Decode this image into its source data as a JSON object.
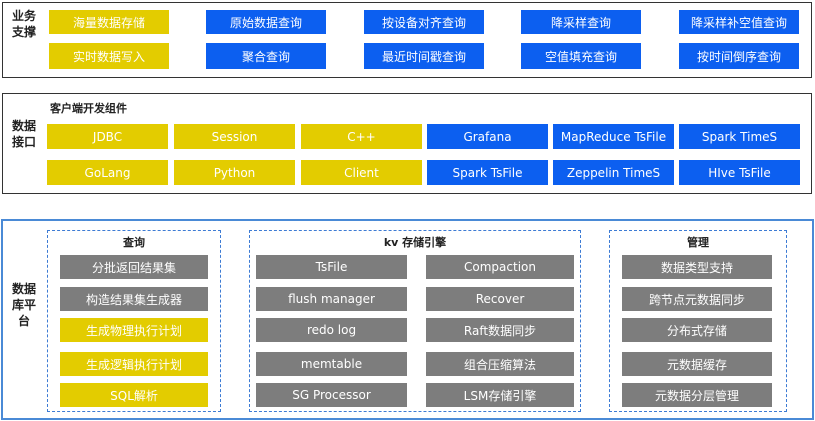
{
  "business": {
    "label": "业务支撑",
    "row1": [
      "海量数据存储",
      "原始数据查询",
      "按设备对齐查询",
      "降采样查询",
      "降采样补空值查询"
    ],
    "row2": [
      "实时数据写入",
      "聚合查询",
      "最近时间戳查询",
      "空值填充查询",
      "按时间倒序查询"
    ]
  },
  "interface": {
    "label": "数据接口",
    "subtitle": "客户端开发组件",
    "row1": [
      "JDBC",
      "Session",
      "C++",
      "Grafana",
      "MapReduce TsFile",
      "Spark TimeS"
    ],
    "row2": [
      "GoLang",
      "Python",
      "Client",
      "Spark TsFile",
      "Zeppelin TimeS",
      "HIve TsFile"
    ]
  },
  "platform": {
    "label": "数据库平台",
    "query": {
      "title": "查询",
      "items": [
        "分批返回结果集",
        "构造结果集生成器",
        "生成物理执行计划",
        "生成逻辑执行计划",
        "SQL解析"
      ]
    },
    "kv": {
      "title": "kv 存储引擎",
      "left": [
        "TsFile",
        "flush manager",
        "redo log",
        "memtable",
        "SG Processor"
      ],
      "right": [
        "Compaction",
        "Recover",
        "Raft数据同步",
        "组合压缩算法",
        "LSM存储引擎"
      ]
    },
    "manage": {
      "title": "管理",
      "items": [
        "数据类型支持",
        "跨节点元数据同步",
        "分布式存储",
        "元数据缓存",
        "元数据分层管理"
      ]
    }
  },
  "colors": {
    "yellow": "#e3cc00",
    "blue": "#0c5ff0",
    "gray": "#7d7d7d",
    "frame": "#4a8ad6"
  }
}
